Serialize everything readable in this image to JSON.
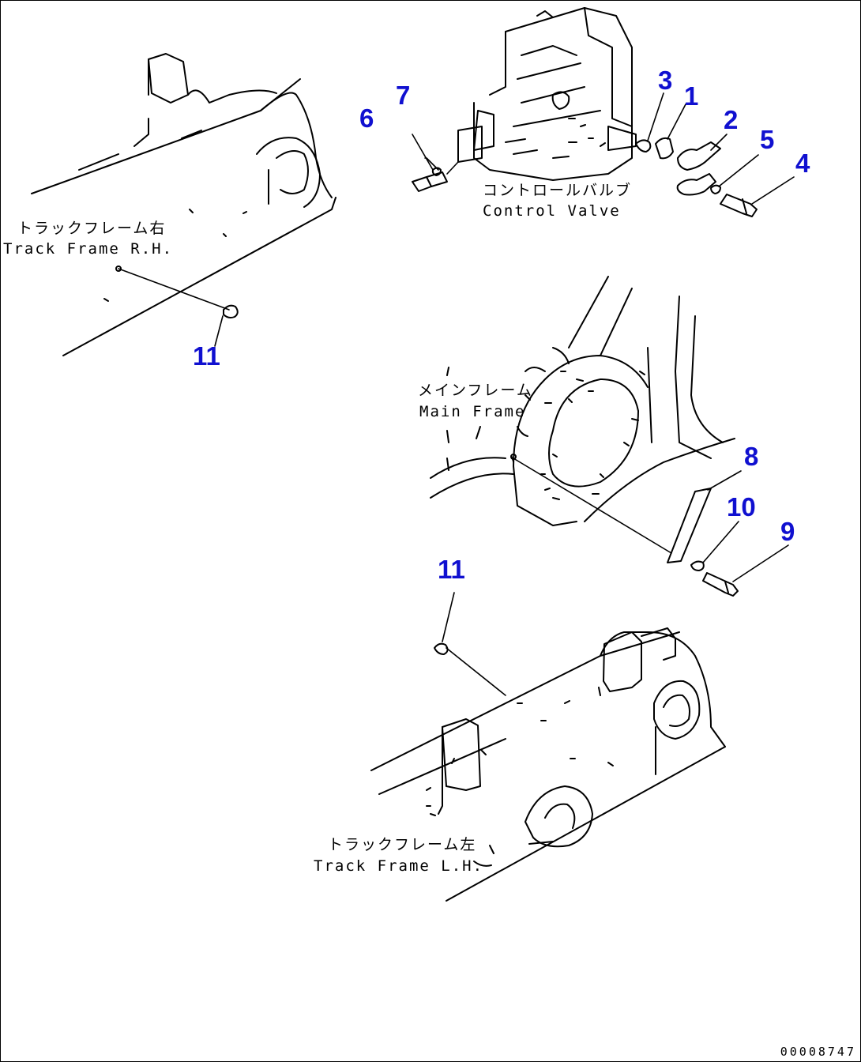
{
  "labels": {
    "control_valve_jp": "コントロールバルブ",
    "control_valve_en": "Control Valve",
    "track_frame_rh_jp": "トラックフレーム右",
    "track_frame_rh_en": "Track Frame R.H.",
    "main_frame_jp": "メインフレーム",
    "main_frame_en": "Main Frame",
    "track_frame_lh_jp": "トラックフレーム左",
    "track_frame_lh_en": "Track Frame L.H."
  },
  "part_numbers": {
    "p1": "1",
    "p2": "2",
    "p3": "3",
    "p4": "4",
    "p5": "5",
    "p6": "6",
    "p7": "7",
    "p8": "8",
    "p9": "9",
    "p10": "10",
    "p11a": "11",
    "p11b": "11"
  },
  "colors": {
    "callout": "#1010d0",
    "line": "#000000"
  },
  "doc_id": "00008747"
}
